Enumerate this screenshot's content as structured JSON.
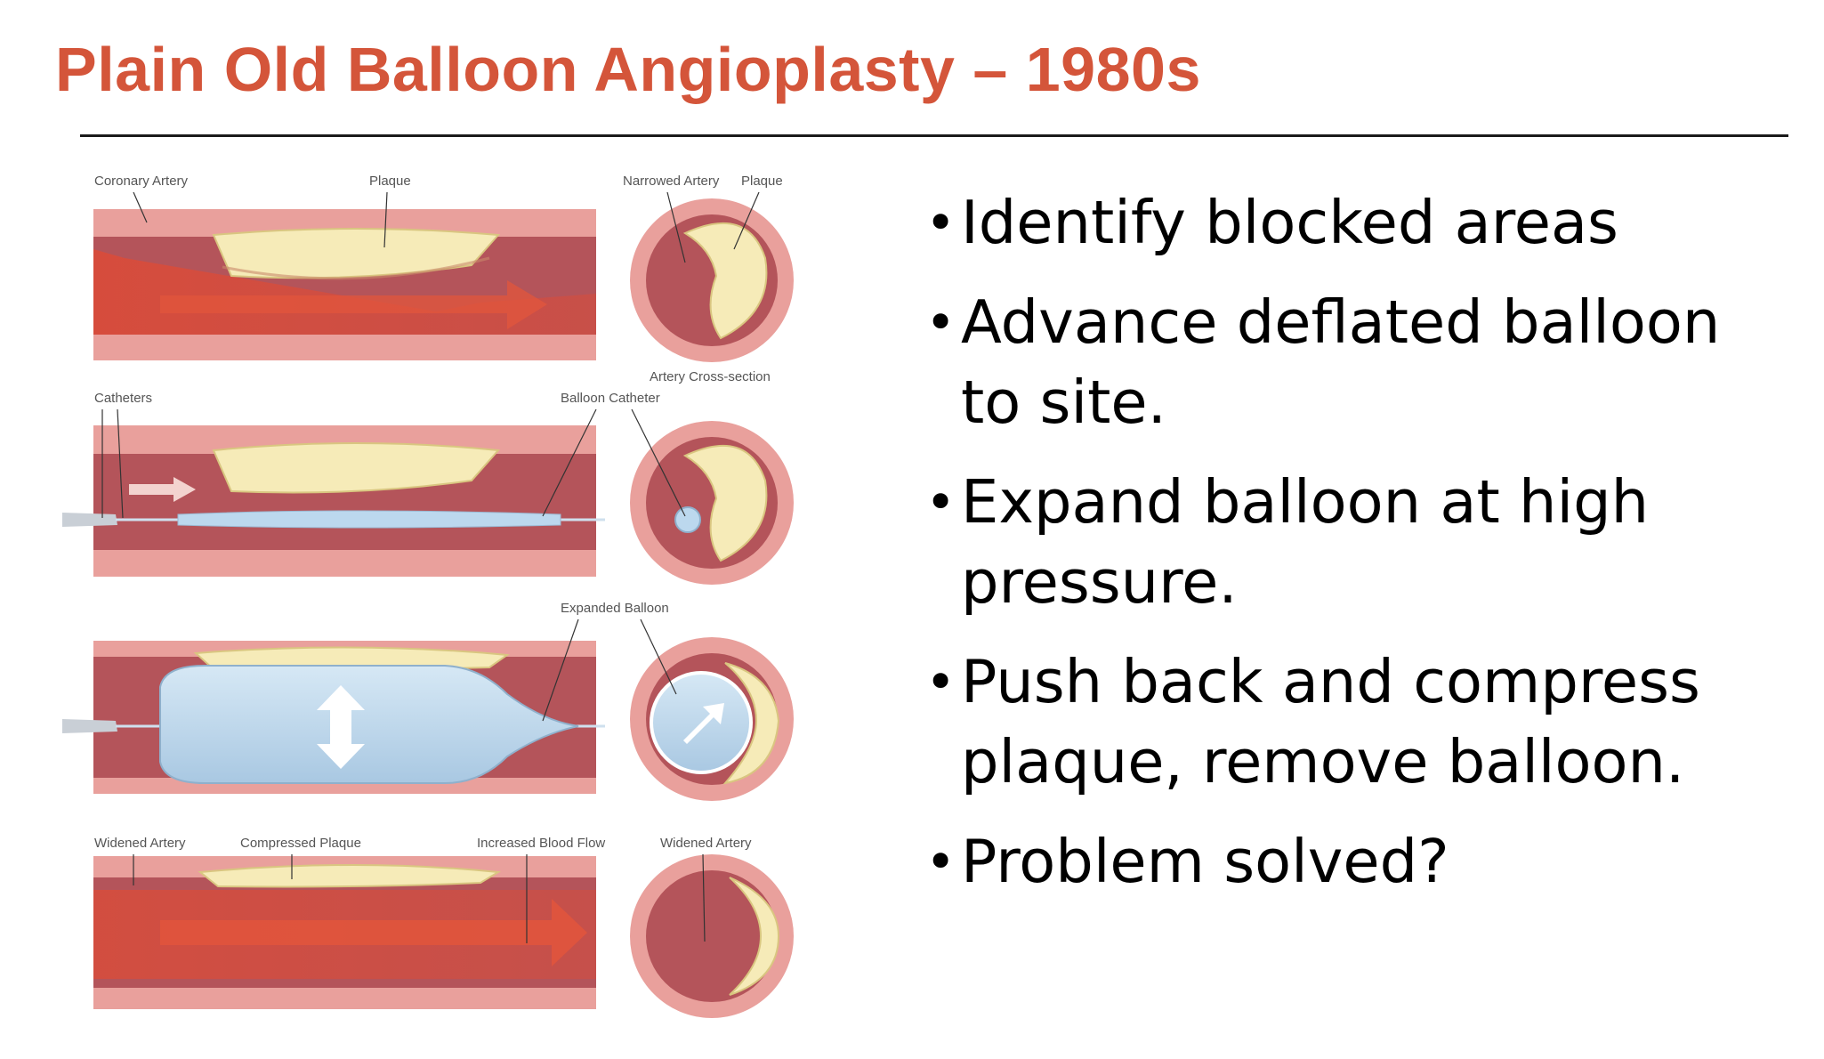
{
  "slide": {
    "title": "Plain Old Balloon Angioplasty – 1980s",
    "title_color": "#d4553a",
    "rule_color": "#1a1a1a"
  },
  "figure": {
    "labels": {
      "coronary_artery": "Coronary Artery",
      "plaque_1": "Plaque",
      "narrowed_artery": "Narrowed Artery",
      "plaque_2": "Plaque",
      "cross_section": "Artery Cross-section",
      "catheters": "Catheters",
      "balloon_catheter": "Balloon Catheter",
      "expanded_balloon": "Expanded Balloon",
      "widened_artery_1": "Widened Artery",
      "compressed_plaque": "Compressed Plaque",
      "increased_blood_flow": "Increased Blood Flow",
      "widened_artery_2": "Widened Artery"
    },
    "colors": {
      "vessel_wall": "#e9a09c",
      "vessel_inner": "#b4545a",
      "plaque": "#f6ebb8",
      "blood_flow": "#e14a33",
      "balloon": "#bcd8ee"
    }
  },
  "bullets": [
    {
      "line1": "Identify blocked areas",
      "line2": ""
    },
    {
      "line1": "Advance deflated balloon",
      "line2": "to site."
    },
    {
      "line1": "Expand balloon at high",
      "line2": "pressure."
    },
    {
      "line1": "Push back and compress",
      "line2": "plaque, remove balloon."
    },
    {
      "line1": "Problem solved?",
      "line2": ""
    }
  ],
  "bullet_symbol": "•"
}
